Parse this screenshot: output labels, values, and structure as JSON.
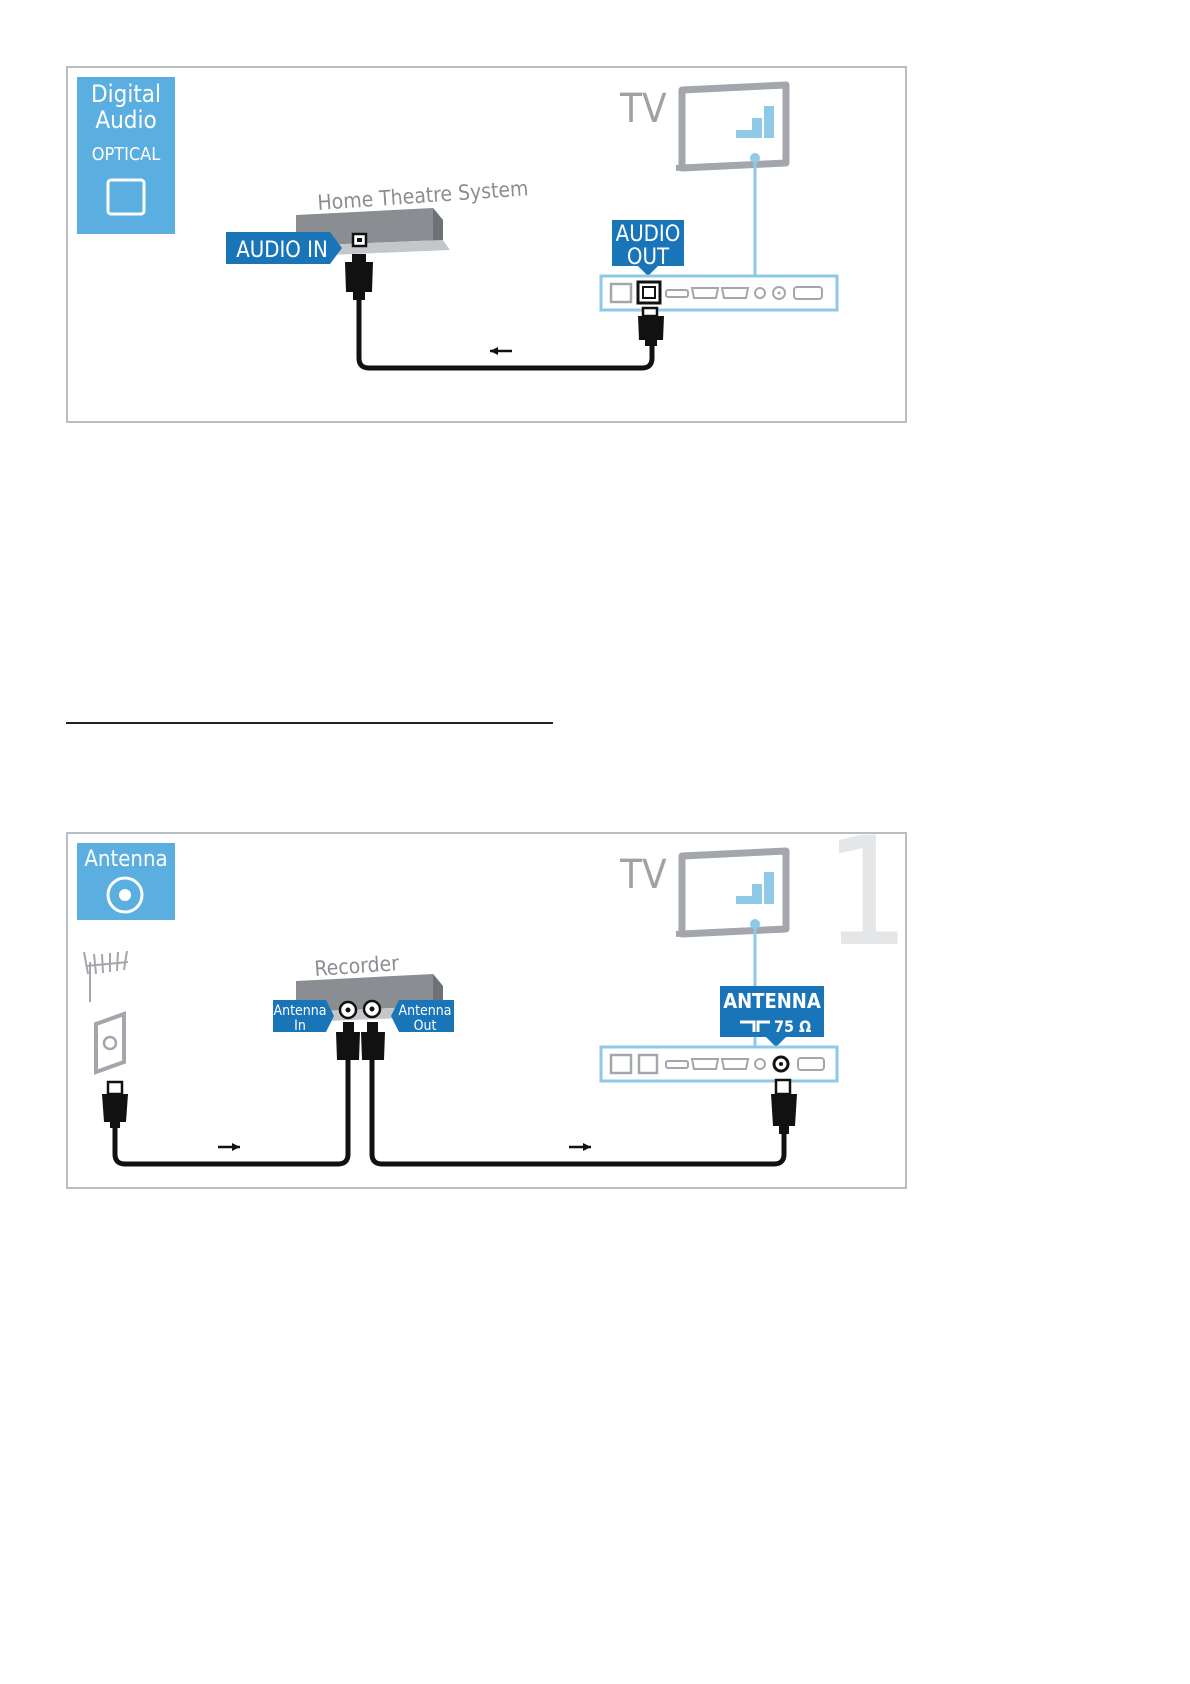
{
  "diagram1": {
    "badge_line1": "Digital",
    "badge_line2": "Audio",
    "badge_line3": "OPTICAL",
    "device_label": "Home Theatre System",
    "tv_label": "TV",
    "audio_in_label": "AUDIO IN",
    "audio_out_line1": "AUDIO",
    "audio_out_line2": "OUT"
  },
  "diagram2": {
    "badge_label": "Antenna",
    "tv_label": "TV",
    "step_number": "1",
    "device_label": "Recorder",
    "antenna_in_line1": "Antenna",
    "antenna_in_line2": "In",
    "antenna_out_line1": "Antenna",
    "antenna_out_line2": "Out",
    "antenna_port_line1": "ANTENNA",
    "antenna_port_line2": "75 Ω"
  },
  "colors": {
    "accent_blue": "#1a75b8",
    "badge_blue": "#5aaee0",
    "line_blue": "#8ecae8",
    "cable": "#111111",
    "device_gray": "#8a8e92",
    "tv_gray": "#a3a7ab",
    "frame_gray": "#b9bec3"
  }
}
